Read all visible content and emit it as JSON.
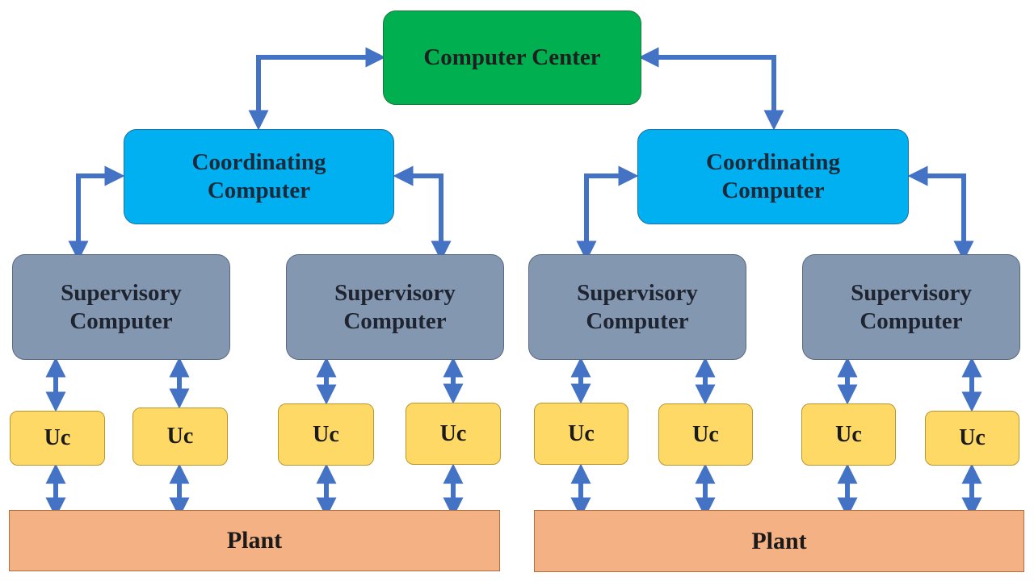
{
  "colors": {
    "computer_center": "#00b050",
    "coordinating": "#00b0f0",
    "supervisory": "#8497b0",
    "uc": "#ffd966",
    "plant": "#f4b183",
    "arrow": "#4472c4"
  },
  "computer_center": {
    "label": "Computer Center"
  },
  "coordinating_left": {
    "label": "Coordinating Computer"
  },
  "coordinating_right": {
    "label": "Coordinating Computer"
  },
  "supervisory": [
    {
      "label": "Supervisory Computer"
    },
    {
      "label": "Supervisory Computer"
    },
    {
      "label": "Supervisory Computer"
    },
    {
      "label": "Supervisory Computer"
    }
  ],
  "uc": [
    {
      "label": "Uc"
    },
    {
      "label": "Uc"
    },
    {
      "label": "Uc"
    },
    {
      "label": "Uc"
    },
    {
      "label": "Uc"
    },
    {
      "label": "Uc"
    },
    {
      "label": "Uc"
    },
    {
      "label": "Uc"
    }
  ],
  "plants": [
    {
      "label": "Plant"
    },
    {
      "label": "Plant"
    }
  ]
}
